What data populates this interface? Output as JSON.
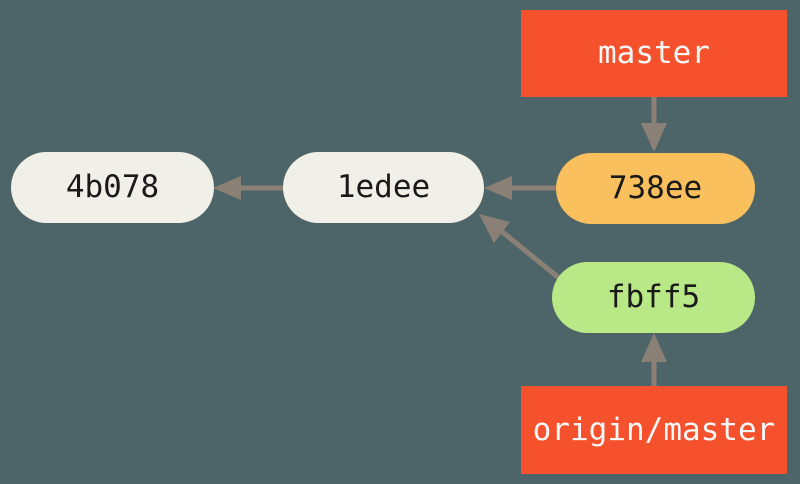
{
  "diagram": {
    "title": "git-commit-branch-graph",
    "background_color": "#4d6569",
    "edge_color": "#8a8075",
    "commit_fill": "#f0efe8",
    "commit_text_color": "#1a1a1a",
    "ref_text_color": "#f7f7f7",
    "nodes": [
      {
        "id": "4b078",
        "label": "4b078",
        "kind": "commit",
        "shape": "rounded-rect",
        "fill": "#f0efe8"
      },
      {
        "id": "1edee",
        "label": "1edee",
        "kind": "commit",
        "shape": "rounded-rect",
        "fill": "#f0efe8"
      },
      {
        "id": "738ee",
        "label": "738ee",
        "kind": "commit",
        "shape": "rounded-rect",
        "fill": "#fac05e"
      },
      {
        "id": "fbff5",
        "label": "fbff5",
        "kind": "commit",
        "shape": "rounded-rect",
        "fill": "#b9e986"
      },
      {
        "id": "master",
        "label": "master",
        "kind": "ref",
        "shape": "rect",
        "fill": "#f4512c"
      },
      {
        "id": "origin-master",
        "label": "origin/master",
        "kind": "ref",
        "shape": "rect",
        "fill": "#f4512c"
      }
    ],
    "edges": [
      {
        "from": "1edee",
        "to": "4b078",
        "direction": "left",
        "style": "solid"
      },
      {
        "from": "738ee",
        "to": "1edee",
        "direction": "left",
        "style": "solid"
      },
      {
        "from": "fbff5",
        "to": "1edee",
        "direction": "up-left",
        "style": "solid"
      },
      {
        "from": "master",
        "to": "738ee",
        "direction": "down",
        "style": "solid"
      },
      {
        "from": "origin-master",
        "to": "fbff5",
        "direction": "up",
        "style": "solid"
      }
    ]
  }
}
